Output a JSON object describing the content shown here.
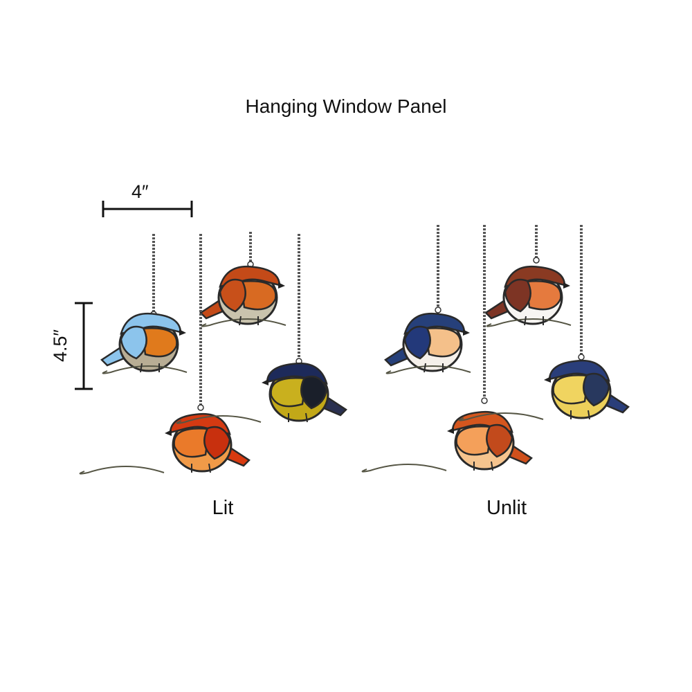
{
  "title": "Hanging Window Panel",
  "dimensions": {
    "width": "4″",
    "height": "4.5″"
  },
  "groups": [
    {
      "label": "Lit",
      "birds": [
        {
          "name": "bluebird",
          "cap": "#8cc4ec",
          "wing": "#8cc4ec",
          "breast": "#e07a1c",
          "belly": "#b8ad94",
          "tail": "#8cc4ec"
        },
        {
          "name": "robin",
          "cap": "#c44a18",
          "wing": "#c8501a",
          "breast": "#d86a22",
          "belly": "#c9c3ad",
          "tail": "#c44a18"
        },
        {
          "name": "cardinal",
          "cap": "#d43a12",
          "wing": "#c8300e",
          "breast": "#ea7a2a",
          "belly": "#f09a48",
          "tail": "#d83a10"
        },
        {
          "name": "goldfinch",
          "cap": "#1d2a5a",
          "wing": "#1a1f2a",
          "breast": "#c9b01e",
          "belly": "#c2a818",
          "tail": "#2a3050"
        }
      ]
    },
    {
      "label": "Unlit",
      "birds": [
        {
          "name": "bluebird",
          "cap": "#26407a",
          "wing": "#23397a",
          "breast": "#f4c08a",
          "belly": "#f5f0ea",
          "tail": "#26407a"
        },
        {
          "name": "robin",
          "cap": "#8a3a22",
          "wing": "#7d3424",
          "breast": "#e57a3e",
          "belly": "#f7f5f2",
          "tail": "#7d3424"
        },
        {
          "name": "cardinal",
          "cap": "#d4561e",
          "wing": "#c24a1c",
          "breast": "#f4a05a",
          "belly": "#f6c48e",
          "tail": "#d0501c"
        },
        {
          "name": "goldfinch",
          "cap": "#2a3e7a",
          "wing": "#28385e",
          "breast": "#f0d460",
          "belly": "#ecd05a",
          "tail": "#2a3e7a"
        }
      ]
    }
  ]
}
